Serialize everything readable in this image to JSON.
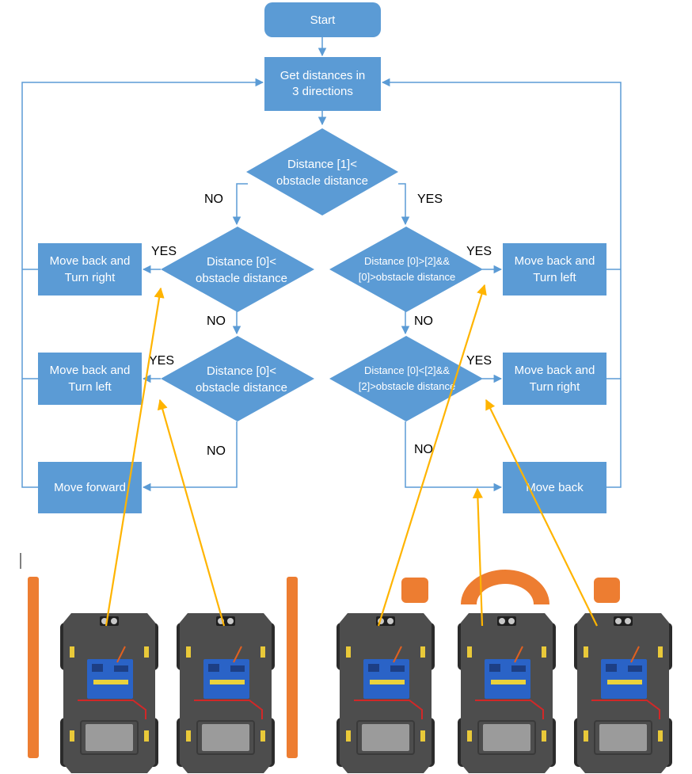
{
  "nodes": {
    "start": "Start",
    "get_distances": [
      "Get distances in",
      "3 directions"
    ],
    "decision_1": [
      "Distance [1]<",
      "obstacle distance"
    ],
    "decision_left_1": [
      "Distance [0]<",
      "obstacle distance"
    ],
    "decision_left_2": [
      "Distance [0]<",
      "obstacle distance"
    ],
    "decision_right_1": [
      "Distance [0]>[2]&&",
      "[0]>obstacle distance"
    ],
    "decision_right_2": [
      "Distance [0]<[2]&&",
      "[2]>obstacle distance"
    ],
    "action_back_turn_right_left": [
      "Move back and",
      "Turn right"
    ],
    "action_back_turn_left_left": [
      "Move back and",
      "Turn left"
    ],
    "action_forward": "Move forward",
    "action_back_turn_left_right": [
      "Move back and",
      "Turn left"
    ],
    "action_back_turn_right_right": [
      "Move back and",
      "Turn right"
    ],
    "action_back": "Move back"
  },
  "edge_labels": {
    "no": "NO",
    "yes": "YES"
  },
  "colors": {
    "box": "#5b9bd5",
    "connector": "#5b9bd5",
    "illustration_arrow": "#ffb400",
    "obstacle": "#ed7d31",
    "car_body": "#4d4d4d"
  },
  "illustration": {
    "cars": 5,
    "obstacles": [
      "left-wall",
      "right-wall",
      "front-right-block",
      "front-arc",
      "front-left-block"
    ]
  }
}
